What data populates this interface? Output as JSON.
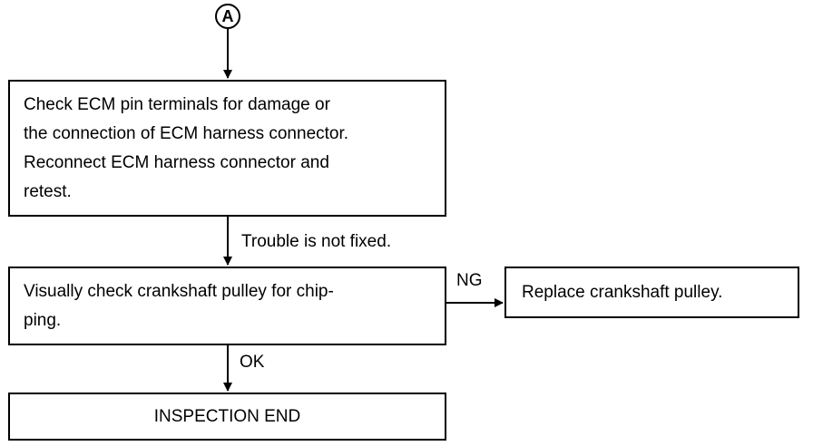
{
  "connector": {
    "label": "A"
  },
  "steps": {
    "check_ecm": "Check ECM pin terminals for damage or\nthe connection of ECM harness connector.\nReconnect ECM harness connector and\nretest.",
    "check_pulley": "Visually check crankshaft pulley for chip-\nping.",
    "replace_pulley": "Replace crankshaft pulley.",
    "end": "INSPECTION END"
  },
  "edges": {
    "not_fixed": "Trouble is not fixed.",
    "ng": "NG",
    "ok": "OK"
  }
}
